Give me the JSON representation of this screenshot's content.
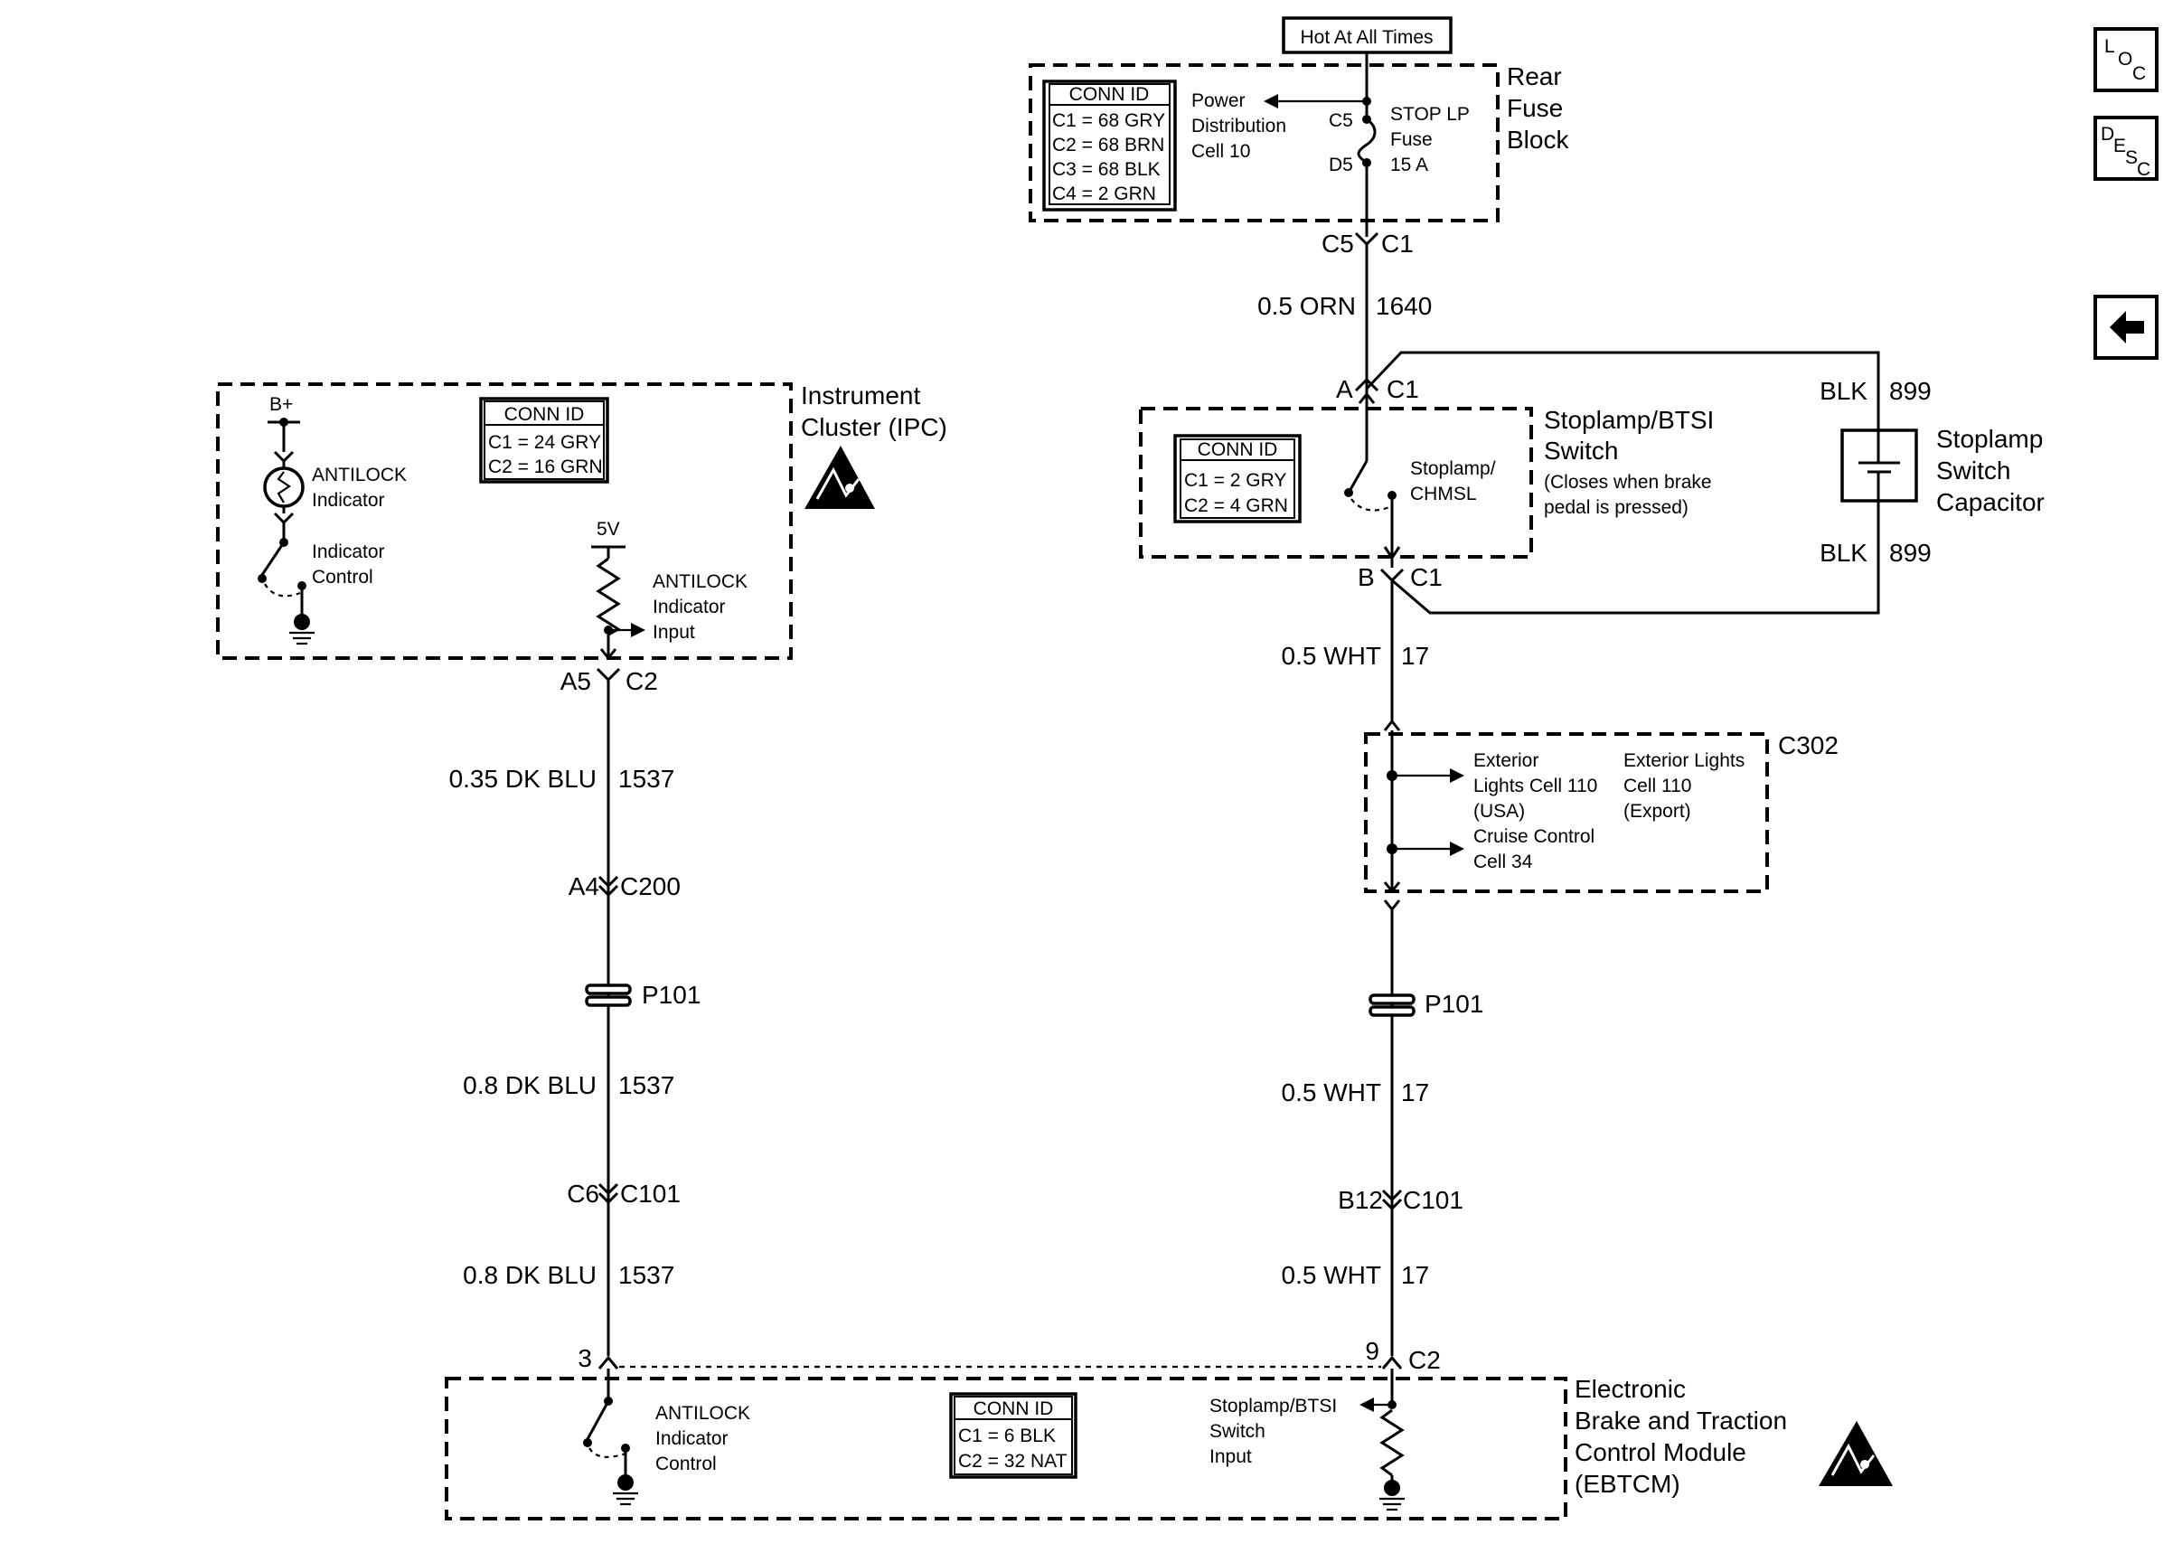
{
  "header": {
    "hot_label": "Hot At All Times"
  },
  "nav": {
    "loc_label": "LOC",
    "desc_label": "DESC"
  },
  "fuse_block": {
    "title_lines": [
      "Rear",
      "Fuse",
      "Block"
    ],
    "conn_id": {
      "title": "CONN ID",
      "rows": [
        "C1 = 68 GRY",
        "C2 = 68 BRN",
        "C3 = 68 BLK",
        "C4 = 2 GRN"
      ]
    },
    "power_lines": [
      "Power",
      "Distribution",
      "Cell 10"
    ],
    "pin_top": "C5",
    "pin_bottom": "D5",
    "fuse_lines": [
      "STOP LP",
      "Fuse",
      "15 A"
    ]
  },
  "wires": {
    "w1640": {
      "conn_left": "C5",
      "conn_right": "C1",
      "gauge": "0.5 ORN",
      "circuit": "1640"
    },
    "w17_a": {
      "gauge": "0.5 WHT",
      "circuit": "17"
    },
    "w17_b": {
      "gauge": "0.5 WHT",
      "circuit": "17"
    },
    "w17_c": {
      "gauge": "0.5 WHT",
      "circuit": "17"
    },
    "w1537_a": {
      "gauge": "0.35 DK BLU",
      "circuit": "1537"
    },
    "w1537_b": {
      "gauge": "0.8 DK BLU",
      "circuit": "1537"
    },
    "w1537_c": {
      "gauge": "0.8 DK BLU",
      "circuit": "1537"
    },
    "w899_top": {
      "gauge": "BLK",
      "circuit": "899"
    },
    "w899_bot": {
      "gauge": "BLK",
      "circuit": "899"
    }
  },
  "stoplamp_switch": {
    "title_lines": [
      "Stoplamp/BTSI",
      "Switch",
      "(Closes when brake",
      "pedal is pressed)"
    ],
    "conn_id": {
      "title": "CONN ID",
      "rows": [
        "C1 = 2 GRY",
        "C2 = 4 GRN"
      ]
    },
    "inner_lines": [
      "Stoplamp/",
      "CHMSL"
    ],
    "pin_top": "A",
    "conn_top": "C1",
    "pin_bottom": "B",
    "conn_bottom": "C1"
  },
  "capacitor": {
    "title_lines": [
      "Stoplamp",
      "Switch",
      "Capacitor"
    ]
  },
  "ipc": {
    "title_lines": [
      "Instrument",
      "Cluster (IPC)"
    ],
    "conn_id": {
      "title": "CONN ID",
      "rows": [
        "C1 = 24 GRY",
        "C2 = 16 GRN"
      ]
    },
    "bplus": "B+",
    "indicator_lines": [
      "ANTILOCK",
      "Indicator"
    ],
    "control_lines": [
      "Indicator",
      "Control"
    ],
    "five_v": "5V",
    "input_lines": [
      "ANTILOCK",
      "Indicator",
      "Input"
    ],
    "pin": "A5",
    "conn": "C2"
  },
  "c302": {
    "label": "C302",
    "lines_left": [
      "Exterior",
      "Lights Cell 110",
      "(USA)"
    ],
    "lines_right": [
      "Exterior Lights",
      "Cell 110",
      "(Export)"
    ],
    "cruise_lines": [
      "Cruise Control",
      "Cell 34"
    ]
  },
  "connectors": {
    "left_c200": {
      "pin": "A4",
      "conn": "C200"
    },
    "left_p101": "P101",
    "right_p101": "P101",
    "left_c101": {
      "pin": "C6",
      "conn": "C101"
    },
    "right_c101": {
      "pin": "B12",
      "conn": "C101"
    }
  },
  "ebtcm": {
    "title_lines": [
      "Electronic",
      "Brake and Traction",
      "Control Module",
      "(EBTCM)"
    ],
    "conn_id": {
      "title": "CONN ID",
      "rows": [
        "C1 = 6 BLK",
        "C2 = 32 NAT"
      ]
    },
    "pin_left": "3",
    "pin_right": "9",
    "conn": "C2",
    "control_lines": [
      "ANTILOCK",
      "Indicator",
      "Control"
    ],
    "input_lines": [
      "Stoplamp/BTSI",
      "Switch",
      "Input"
    ]
  }
}
